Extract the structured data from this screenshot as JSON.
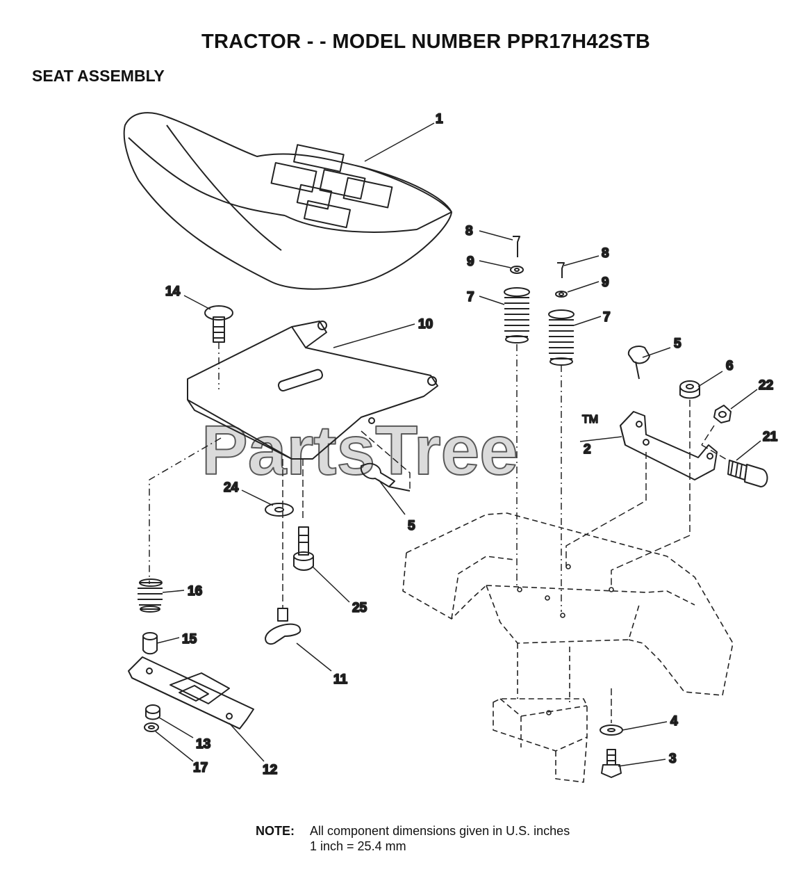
{
  "header": {
    "title": "TRACTOR - - MODEL NUMBER PPR17H42STB",
    "subtitle": "SEAT ASSEMBLY"
  },
  "watermark": {
    "text": "PartsTree",
    "trademark": "TM"
  },
  "callouts": [
    "1",
    "2",
    "3",
    "4",
    "5",
    "5",
    "6",
    "7",
    "7",
    "8",
    "8",
    "9",
    "9",
    "10",
    "11",
    "12",
    "13",
    "14",
    "15",
    "16",
    "17",
    "21",
    "22",
    "24",
    "25"
  ],
  "note": {
    "label": "NOTE:",
    "line1": "All component dimensions given in U.S. inches",
    "line2": "1 inch = 25.4 mm"
  }
}
